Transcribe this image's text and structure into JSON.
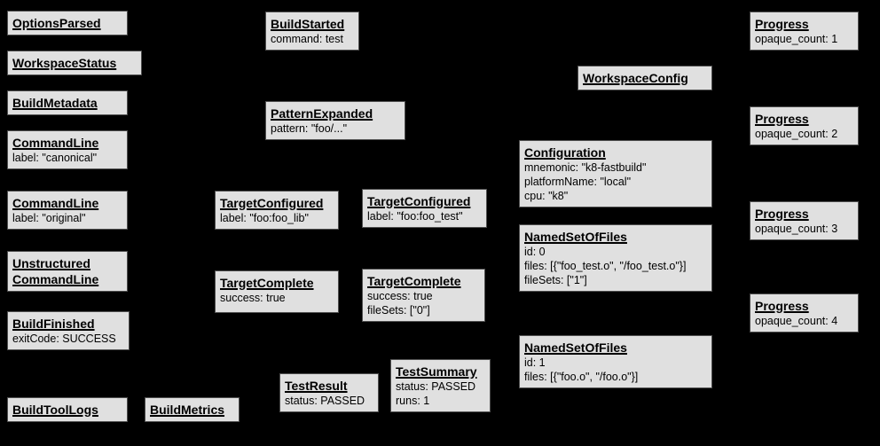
{
  "colors": {
    "background": "#000000",
    "box_fill": "#e0e0e0",
    "box_border": "#4f4f4f",
    "text": "#000000"
  },
  "boxes": {
    "options_parsed": {
      "title": "OptionsParsed",
      "attrs": []
    },
    "workspace_status": {
      "title": "WorkspaceStatus",
      "attrs": []
    },
    "build_metadata": {
      "title": "BuildMetadata",
      "attrs": []
    },
    "command_line_canonical": {
      "title": "CommandLine",
      "attrs": [
        "label: \"canonical\""
      ]
    },
    "command_line_original": {
      "title": "CommandLine",
      "attrs": [
        "label: \"original\""
      ]
    },
    "unstructured_command_line": {
      "title": "Unstructured\nCommandLine",
      "attrs": []
    },
    "build_finished": {
      "title": "BuildFinished",
      "attrs": [
        "exitCode: SUCCESS"
      ]
    },
    "build_tool_logs": {
      "title": "BuildToolLogs",
      "attrs": []
    },
    "build_metrics": {
      "title": "BuildMetrics",
      "attrs": []
    },
    "build_started": {
      "title": "BuildStarted",
      "attrs": [
        "command: test"
      ]
    },
    "pattern_expanded": {
      "title": "PatternExpanded",
      "attrs": [
        "pattern: \"foo/...\""
      ]
    },
    "target_configured_lib": {
      "title": "TargetConfigured",
      "attrs": [
        "label: \"foo:foo_lib\""
      ]
    },
    "target_configured_test": {
      "title": "TargetConfigured",
      "attrs": [
        "label: \"foo:foo_test\""
      ]
    },
    "target_complete_lib": {
      "title": "TargetComplete",
      "attrs": [
        "success: true"
      ]
    },
    "target_complete_test": {
      "title": "TargetComplete",
      "attrs": [
        "success: true",
        "fileSets: [\"0\"]"
      ]
    },
    "test_result": {
      "title": "TestResult",
      "attrs": [
        "status: PASSED"
      ]
    },
    "test_summary": {
      "title": "TestSummary",
      "attrs": [
        "status: PASSED",
        "runs: 1"
      ]
    },
    "workspace_config": {
      "title": "WorkspaceConfig",
      "attrs": []
    },
    "configuration": {
      "title": "Configuration",
      "attrs": [
        "mnemonic: \"k8-fastbuild\"",
        "platformName: \"local\"",
        "cpu: \"k8\""
      ]
    },
    "named_set_0": {
      "title": "NamedSetOfFiles",
      "attrs": [
        "id: 0",
        "files: [{\"foo_test.o\", \"/foo_test.o\"}]",
        "fileSets: [\"1\"]"
      ]
    },
    "named_set_1": {
      "title": "NamedSetOfFiles",
      "attrs": [
        "id: 1",
        "files: [{\"foo.o\", \"/foo.o\"}]"
      ]
    },
    "progress_1": {
      "title": "Progress",
      "attrs": [
        "opaque_count: 1"
      ]
    },
    "progress_2": {
      "title": "Progress",
      "attrs": [
        "opaque_count: 2"
      ]
    },
    "progress_3": {
      "title": "Progress",
      "attrs": [
        "opaque_count: 3"
      ]
    },
    "progress_4": {
      "title": "Progress",
      "attrs": [
        "opaque_count: 4"
      ]
    }
  }
}
